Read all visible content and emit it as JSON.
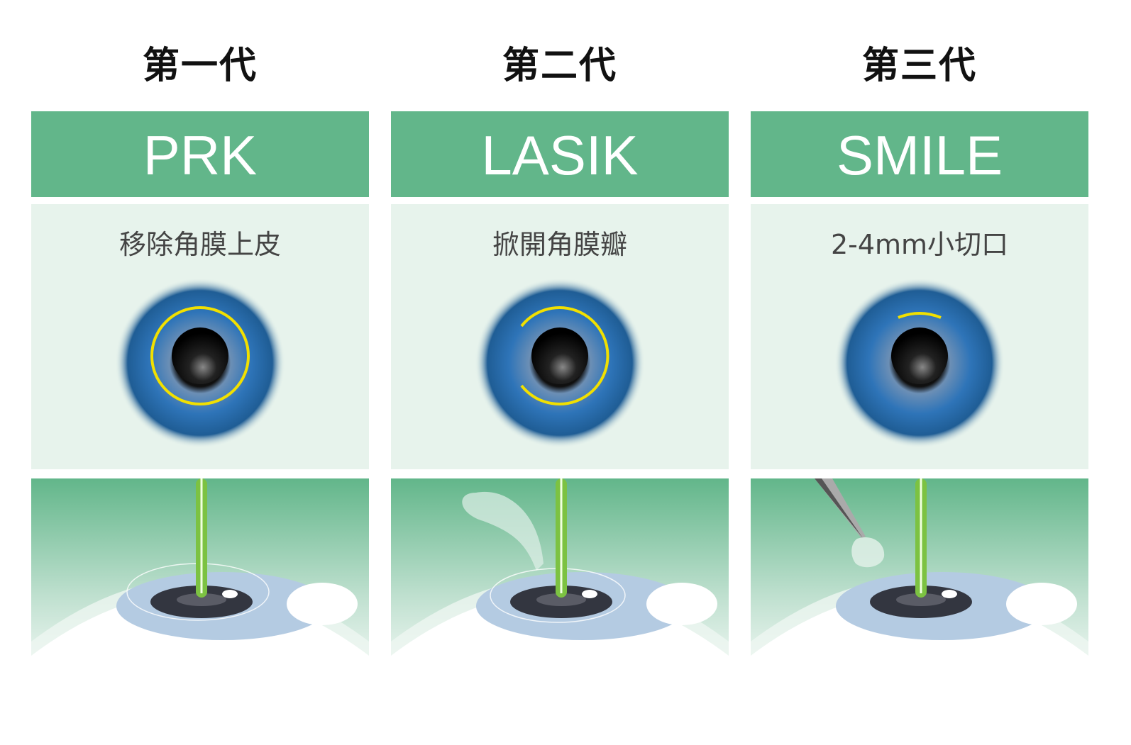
{
  "columns": [
    {
      "generation": "第一代",
      "name": "PRK",
      "description": "移除角膜上皮",
      "marker": "full-circle"
    },
    {
      "generation": "第二代",
      "name": "LASIK",
      "description": "掀開角膜瓣",
      "marker": "flap-arc"
    },
    {
      "generation": "第三代",
      "name": "SMILE",
      "description": "2-4mm小切口",
      "marker": "small-incision"
    }
  ],
  "colors": {
    "header": "#62b68a",
    "panel": "#e7f3ec",
    "marker": "#f2e000",
    "laser": "#7cc242"
  }
}
